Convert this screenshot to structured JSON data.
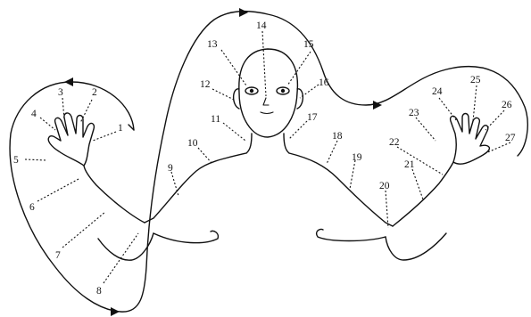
{
  "points": [
    {
      "label": "1"
    },
    {
      "label": "2"
    },
    {
      "label": "3"
    },
    {
      "label": "4"
    },
    {
      "label": "5"
    },
    {
      "label": "6"
    },
    {
      "label": "7"
    },
    {
      "label": "8"
    },
    {
      "label": "9"
    },
    {
      "label": "10"
    },
    {
      "label": "11"
    },
    {
      "label": "12"
    },
    {
      "label": "13"
    },
    {
      "label": "14"
    },
    {
      "label": "15"
    },
    {
      "label": "16"
    },
    {
      "label": "17"
    },
    {
      "label": "18"
    },
    {
      "label": "19"
    },
    {
      "label": "20"
    },
    {
      "label": "21"
    },
    {
      "label": "22"
    },
    {
      "label": "23"
    },
    {
      "label": "24"
    },
    {
      "label": "25"
    },
    {
      "label": "26"
    },
    {
      "label": "27"
    }
  ],
  "colors": {
    "ink": "#111111",
    "background": "#ffffff"
  }
}
